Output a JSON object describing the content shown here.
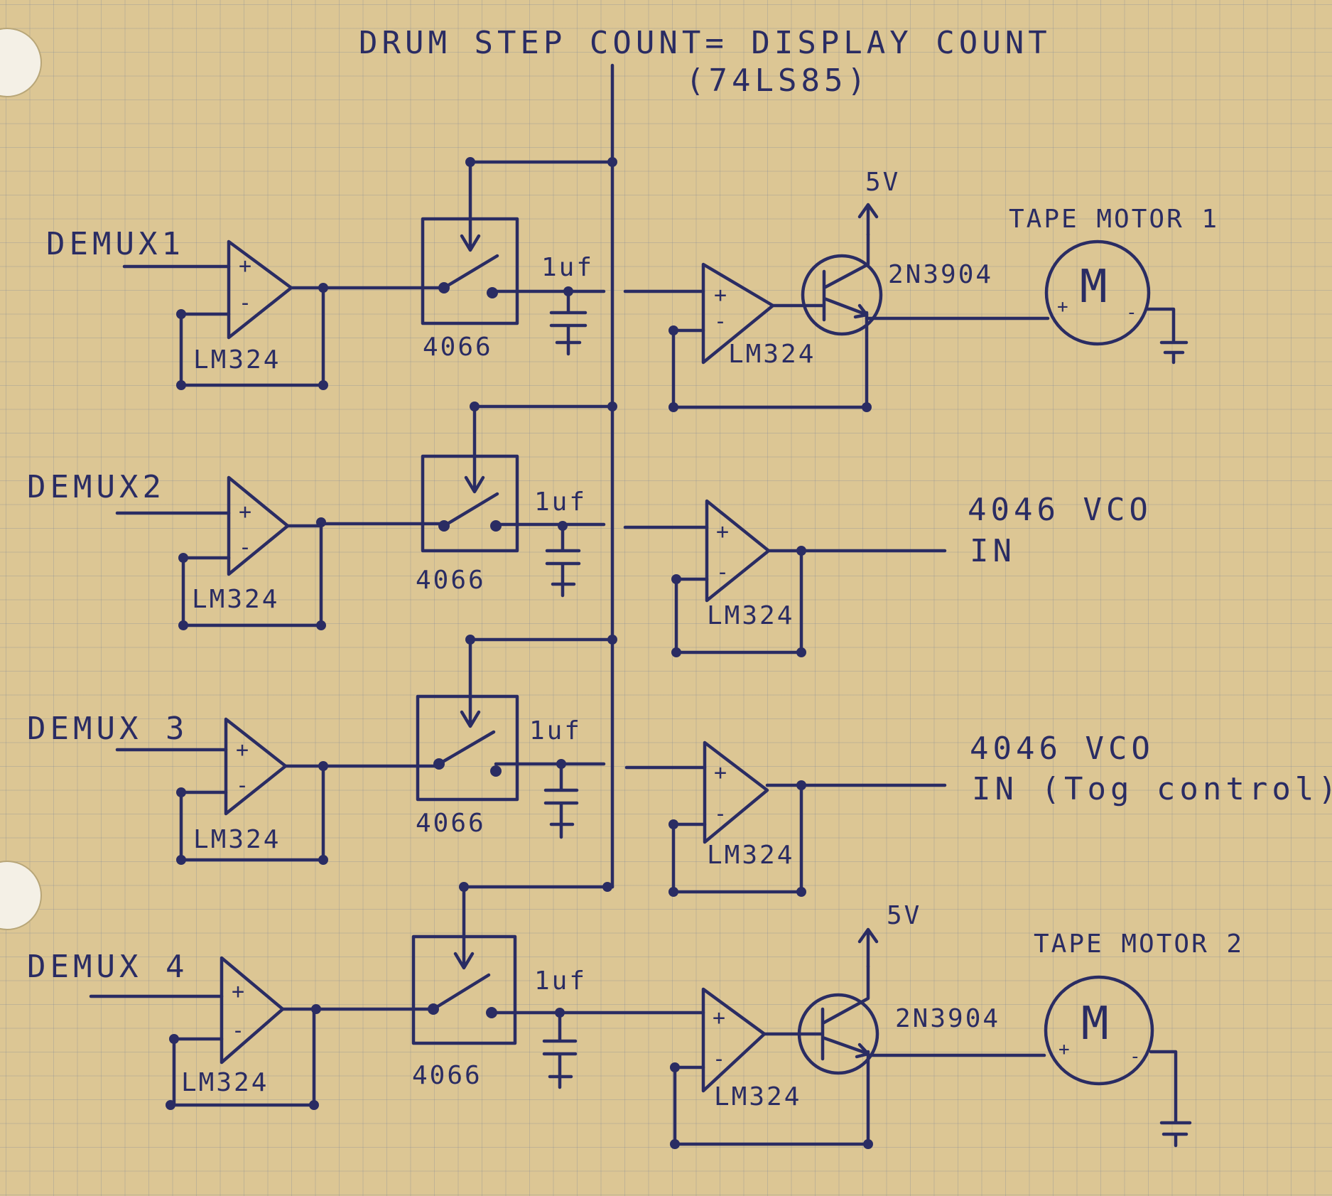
{
  "header": {
    "line1": "DRUM STEP COUNT= DISPLAY COUNT",
    "line2": "(74LS85)"
  },
  "channels": [
    {
      "input": "DEMUX1",
      "buffer": "LM324",
      "switch": "4066",
      "cap": "1uf",
      "out_amp": "LM324",
      "transistor": "2N3904",
      "supply": "5V",
      "load_title": "TAPE MOTOR 1",
      "load_symbol": "M"
    },
    {
      "input": "DEMUX2",
      "buffer": "LM324",
      "switch": "4066",
      "cap": "1uf",
      "out_amp": "LM324",
      "dest_line1": "4046 VCO",
      "dest_line2": "IN"
    },
    {
      "input": "DEMUX 3",
      "buffer": "LM324",
      "switch": "4066",
      "cap": "1uf",
      "out_amp": "LM324",
      "dest_line1": "4046 VCO",
      "dest_line2": "IN (Tog control)"
    },
    {
      "input": "DEMUX 4",
      "buffer": "LM324",
      "switch": "4066",
      "cap": "1uf",
      "out_amp": "LM324",
      "transistor": "2N3904",
      "supply": "5V",
      "load_title": "TAPE MOTOR 2",
      "load_symbol": "M"
    }
  ],
  "symbols": {
    "plus": "+",
    "minus": "-"
  },
  "colors": {
    "ink": "#2a2c63",
    "paper": "#dcc694",
    "grid": "#8a93a8"
  }
}
